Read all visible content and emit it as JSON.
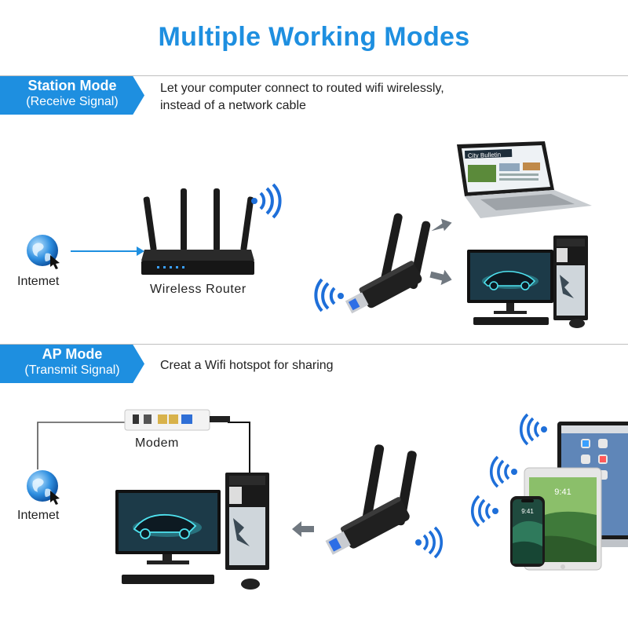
{
  "title": "Multiple Working Modes",
  "colors": {
    "accent": "#1e8fe0",
    "wifi": "#1e6fd9",
    "arrow": "#1e8fe0",
    "gray_arrow": "#707880"
  },
  "station_mode": {
    "title": "Station Mode",
    "subtitle": "(Receive Signal)",
    "description_line1": "Let your computer connect to routed wifi wirelessly,",
    "description_line2": "instead of a network cable",
    "internet_label": "Intemet",
    "router_label": "Wireless Router",
    "laptop_screen_text": "City Bulletin"
  },
  "ap_mode": {
    "title": "AP Mode",
    "subtitle": "(Transmit Signal)",
    "description": "Creat a Wifi hotspot for sharing",
    "internet_label": "Intemet",
    "modem_label": "Modem",
    "phone_time": "9:41",
    "tablet_time": "9:41"
  },
  "icons": [
    "globe-icon",
    "wifi-icon",
    "arrow-icon",
    "usb-adapter-icon",
    "router-icon",
    "desktop-pc-icon",
    "laptop-icon",
    "tablet-icon",
    "phone-icon",
    "modem-icon"
  ]
}
